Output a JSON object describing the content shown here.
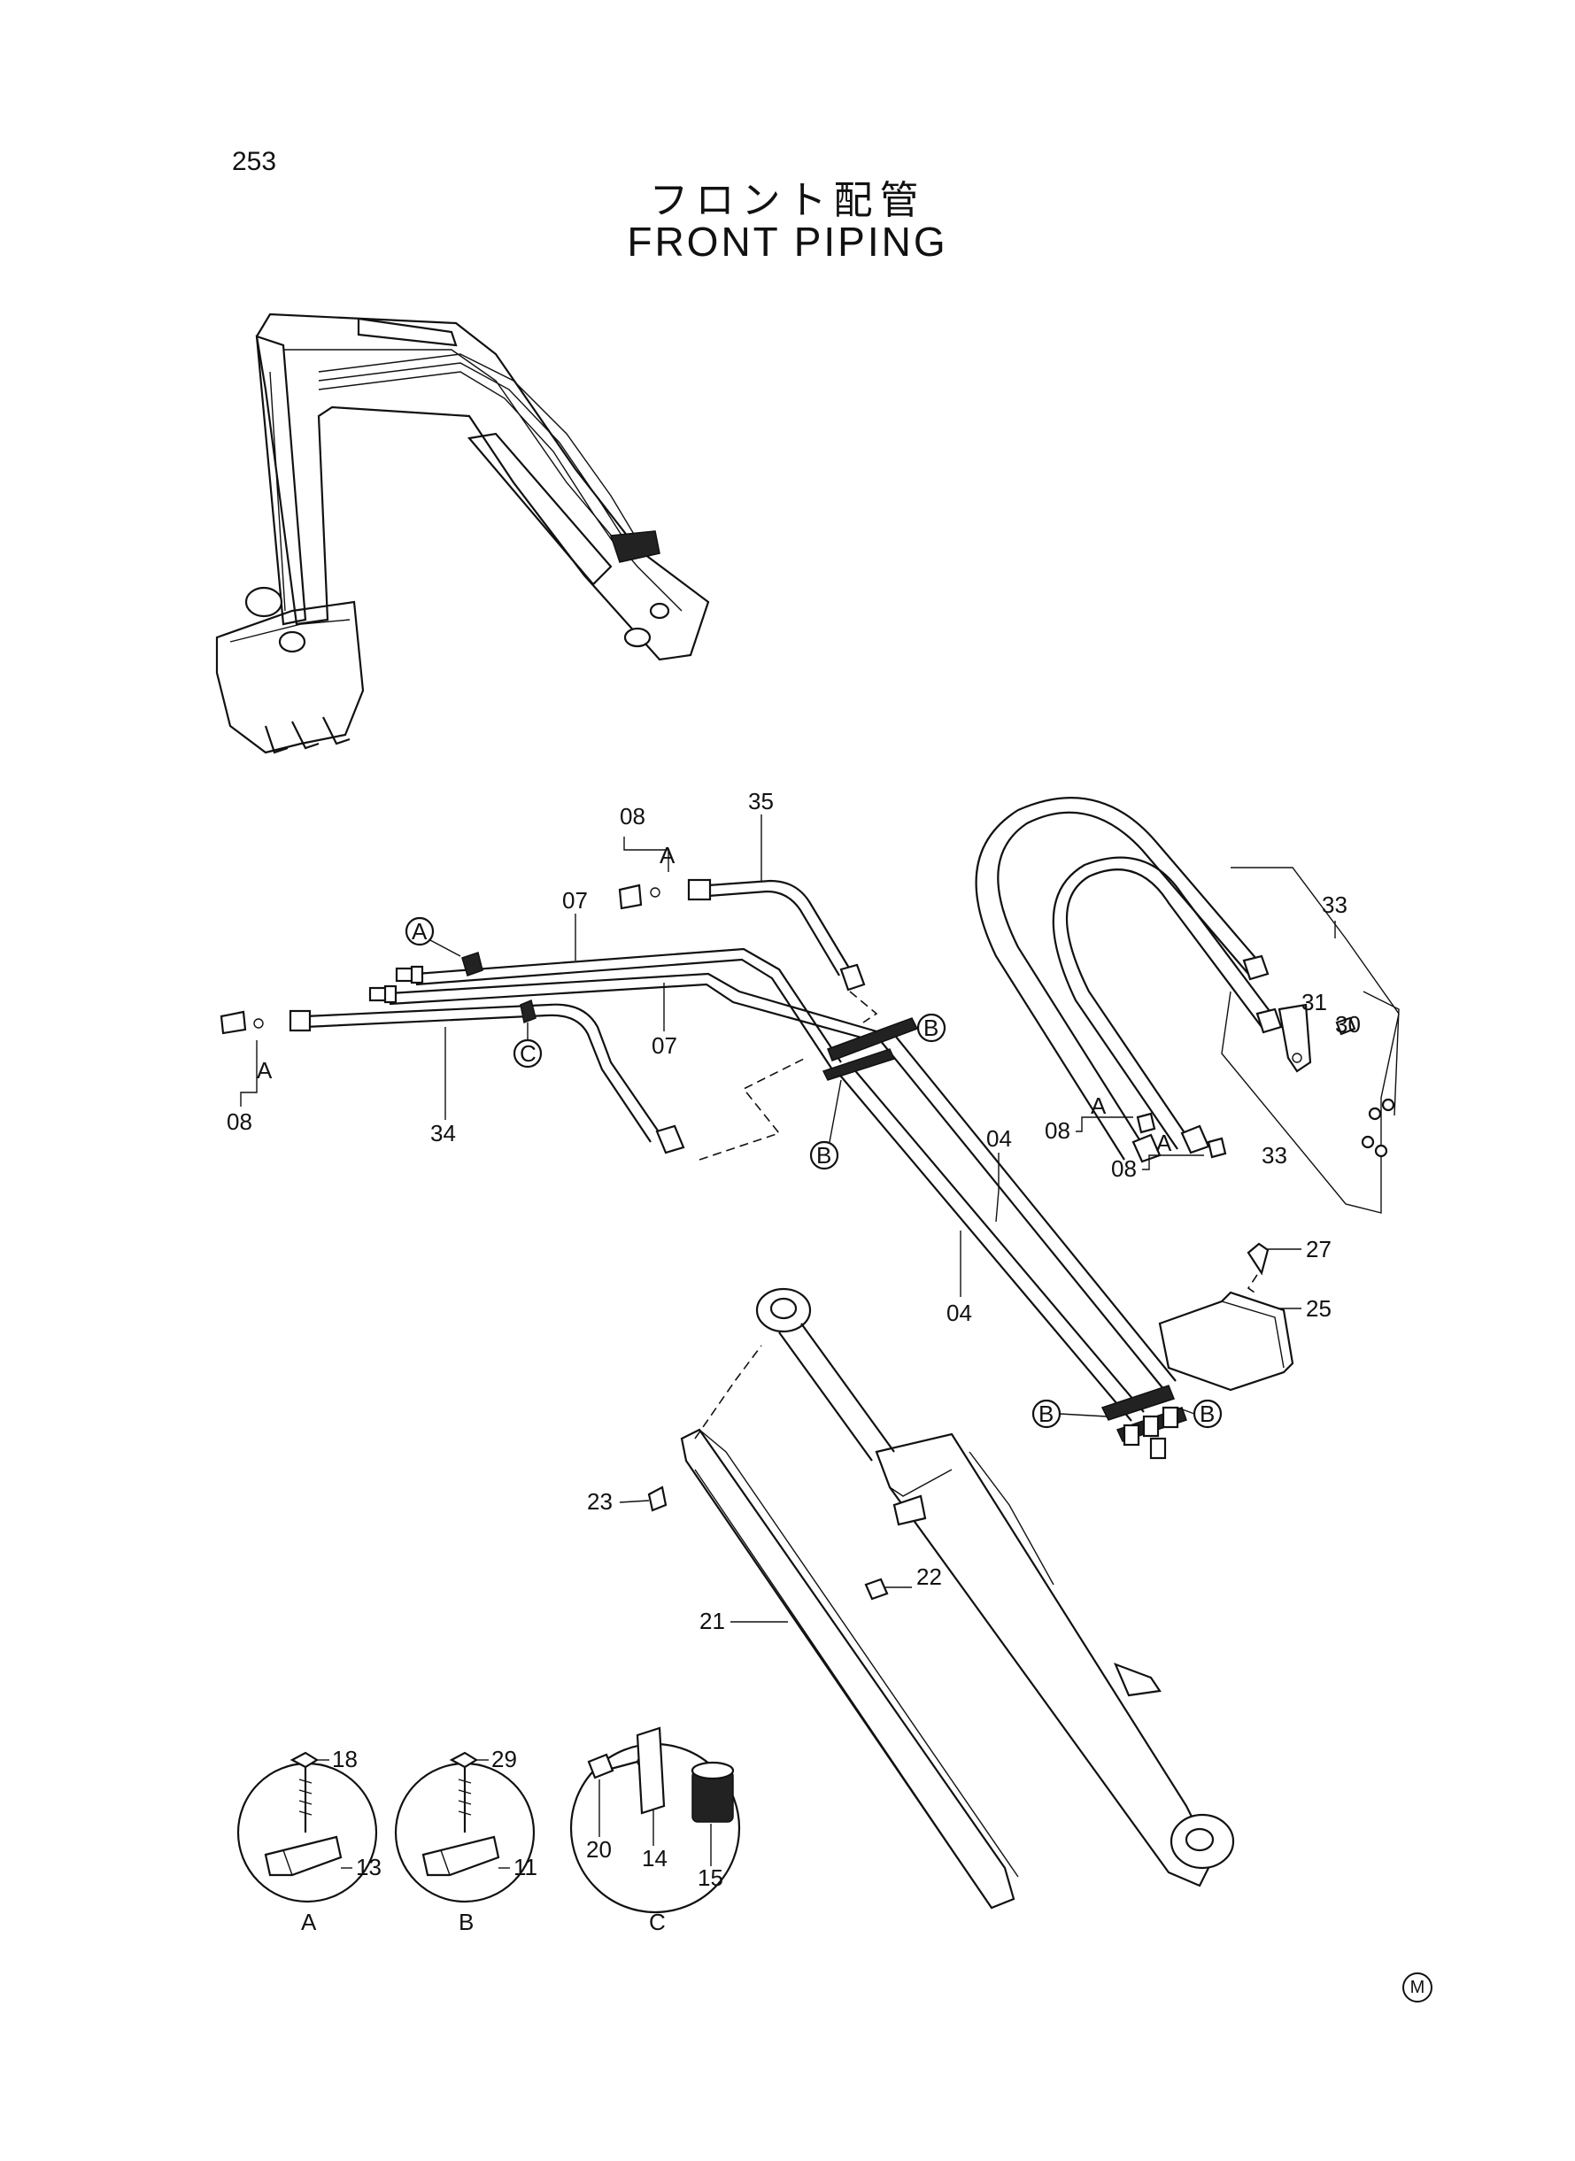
{
  "page_number": "253",
  "title_jp": "フロント配管",
  "title_en": "FRONT PIPING",
  "footer_mark": "M",
  "callouts": {
    "p08_top": "08",
    "p35": "35",
    "A_top": "A",
    "A_circle": "A",
    "p07_upper": "07",
    "p07_lower": "07",
    "p08_left": "08",
    "A_left": "A",
    "p34": "34",
    "C_circle": "C",
    "B_top": "B",
    "B_mid": "B",
    "p04_right": "04",
    "p04_left": "04",
    "p33_top": "33",
    "p33_bottom": "33",
    "p31": "31",
    "p30": "30",
    "p08_r1": "08",
    "A_r1": "A",
    "p08_r2": "08",
    "A_r2": "A",
    "p27": "27",
    "p25": "25",
    "B_low_left": "B",
    "B_low_right": "B",
    "p23": "23",
    "p22": "22",
    "p21": "21"
  },
  "details": {
    "A": {
      "label": "A",
      "parts": [
        "18",
        "13"
      ]
    },
    "B": {
      "label": "B",
      "parts": [
        "29",
        "11"
      ]
    },
    "C": {
      "label": "C",
      "parts": [
        "20",
        "14",
        "15"
      ]
    }
  }
}
